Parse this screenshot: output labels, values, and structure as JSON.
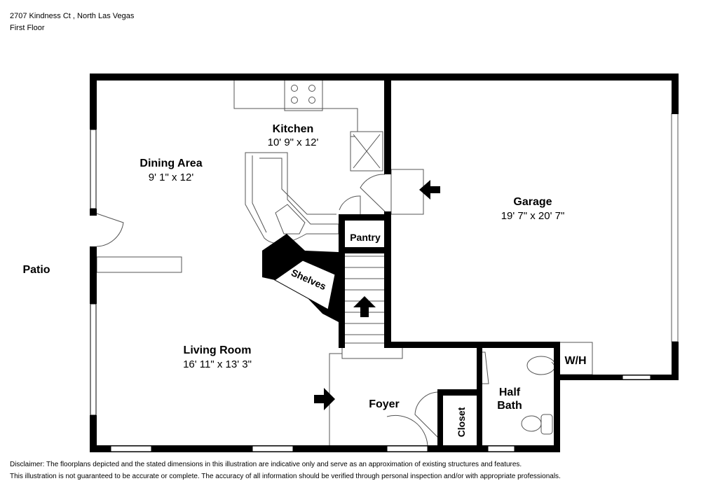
{
  "header": {
    "address": "2707 Kindness Ct , North Las Vegas",
    "floor": "First Floor"
  },
  "rooms": {
    "kitchen": {
      "name": "Kitchen",
      "dims": "10' 9\" x 12'"
    },
    "dining": {
      "name": "Dining Area",
      "dims": "9' 1\" x 12'"
    },
    "garage": {
      "name": "Garage",
      "dims": "19' 7\" x 20' 7\""
    },
    "living": {
      "name": "Living Room",
      "dims": "16' 11\" x 13' 3\""
    },
    "pantry": {
      "name": "Pantry"
    },
    "shelves": {
      "name": "Shelves"
    },
    "foyer": {
      "name": "Foyer"
    },
    "closet": {
      "name": "Closet"
    },
    "half_bath": {
      "line1": "Half",
      "line2": "Bath"
    },
    "wh": {
      "name": "W/H"
    },
    "patio": {
      "name": "Patio"
    }
  },
  "disclaimer": {
    "line1": "Disclaimer: The floorplans depicted and the stated dimensions in this illustration are indicative only and serve as an approximation of existing structures and features.",
    "line2": "This illustration is not guaranteed to be accurate or complete. The accuracy of all information should be verified through personal inspection and/or with appropriate professionals."
  }
}
